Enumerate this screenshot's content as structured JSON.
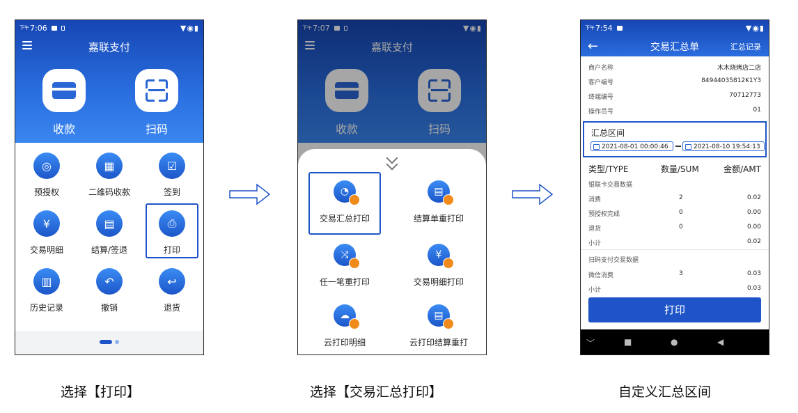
{
  "panel1": {
    "status": {
      "prefix": "下午",
      "time": "7:06",
      "icons": "▼◉▮"
    },
    "app_title": "嘉联支付",
    "hero_buttons": [
      {
        "label": "收款",
        "icon": "card-icon"
      },
      {
        "label": "扫码",
        "icon": "scan-icon"
      }
    ],
    "grid": [
      {
        "label": "预授权",
        "icon": "award-icon",
        "glyph": "◎"
      },
      {
        "label": "二维码收款",
        "icon": "qrcode-icon",
        "glyph": "▦"
      },
      {
        "label": "签到",
        "icon": "calendar-check-icon",
        "glyph": "☑"
      },
      {
        "label": "交易明细",
        "icon": "receipt-yuan-icon",
        "glyph": "¥"
      },
      {
        "label": "结算/签退",
        "icon": "calculator-icon",
        "glyph": "▤"
      },
      {
        "label": "打印",
        "icon": "printer-icon",
        "glyph": "⎙"
      },
      {
        "label": "历史记录",
        "icon": "history-icon",
        "glyph": "▥"
      },
      {
        "label": "撤销",
        "icon": "undo-icon",
        "glyph": "↶"
      },
      {
        "label": "退货",
        "icon": "return-icon",
        "glyph": "↩"
      }
    ],
    "highlighted": "打印"
  },
  "panel2": {
    "status": {
      "prefix": "下午",
      "time": "7:07",
      "icons": "▼◉▮"
    },
    "app_title": "嘉联支付",
    "hero_buttons": [
      {
        "label": "收款"
      },
      {
        "label": "扫码"
      }
    ],
    "sheet_items": [
      {
        "label": "交易汇总打印",
        "icon": "pie-chart-icon",
        "glyph": "◔"
      },
      {
        "label": "结算单重打印",
        "icon": "clipboard-icon",
        "glyph": "▤"
      },
      {
        "label": "任一笔重打印",
        "icon": "shuffle-icon",
        "glyph": "⤨"
      },
      {
        "label": "交易明细打印",
        "icon": "receipt-yuan-icon",
        "glyph": "¥"
      },
      {
        "label": "云打印明细",
        "icon": "cloud-icon",
        "glyph": "☁"
      },
      {
        "label": "云打印结算重打",
        "icon": "clipboard-icon",
        "glyph": "▤"
      }
    ],
    "highlighted": "交易汇总打印"
  },
  "panel3": {
    "status": {
      "prefix": "下午",
      "time": "7:54",
      "icons": "▼◉▮"
    },
    "title": "交易汇总单",
    "link": "汇总记录",
    "info": [
      {
        "key": "商户名称",
        "value": "木木烧烤店二店"
      },
      {
        "key": "客户编号",
        "value": "84944035812K1Y3"
      },
      {
        "key": "终端编号",
        "value": "70712773"
      },
      {
        "key": "操作员号",
        "value": "01"
      }
    ],
    "range": {
      "title": "汇总区间",
      "start": "2021-08-01 00:00:46",
      "end": "2021-08-10 19:54:13"
    },
    "table_header": [
      "类型/TYPE",
      "数量/SUM",
      "金额/AMT"
    ],
    "section1": "银联卡交易数据",
    "rows1": [
      {
        "type": "消费",
        "sum": "2",
        "amt": "0.02"
      },
      {
        "type": "预授权完成",
        "sum": "0",
        "amt": "0.00"
      },
      {
        "type": "退货",
        "sum": "0",
        "amt": "0.00"
      },
      {
        "type": "小计",
        "sum": "",
        "amt": "0.02"
      }
    ],
    "section2": "扫码支付交易数据",
    "rows2": [
      {
        "type": "微信消费",
        "sum": "3",
        "amt": "0.03"
      },
      {
        "type": "小计",
        "sum": "",
        "amt": "0.03"
      }
    ],
    "print_label": "打印",
    "navbar": [
      "﹀",
      "■",
      "●",
      "◀"
    ]
  },
  "captions": [
    "选择【打印】",
    "选择【交易汇总打印】",
    "自定义汇总区间"
  ]
}
